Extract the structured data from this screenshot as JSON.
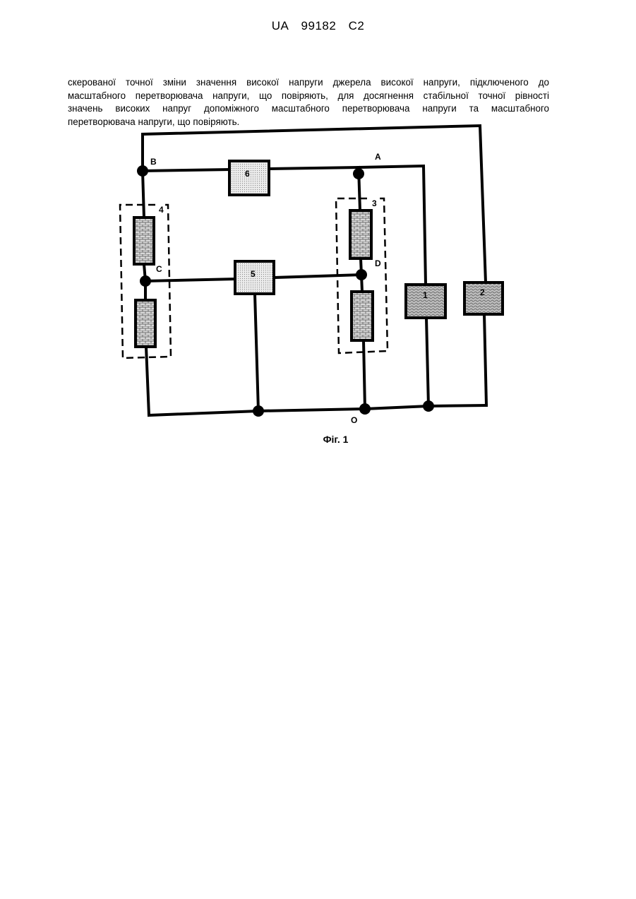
{
  "header": {
    "country": "UA",
    "number": "99182",
    "kind": "C2"
  },
  "text_lines": [
    "скерованої точної зміни значення високої напруги джерела високої напруги, підключеного до",
    "масштабного перетворювача напруги, що повіряють, для досягнення стабільної точної рівності",
    "значень високих напруг допоміжного масштабного перетворювача напруги та масштабного",
    "перетворювача напруги, що повіряють."
  ],
  "figure": {
    "nodes": {
      "a": "A",
      "b": "B",
      "c": "C",
      "d": "D",
      "o": "O"
    },
    "blocks": {
      "b1": "1",
      "b2": "2",
      "b3": "3",
      "b4": "4",
      "b5": "5",
      "b6": "6"
    },
    "caption": "Фіг. 1"
  }
}
